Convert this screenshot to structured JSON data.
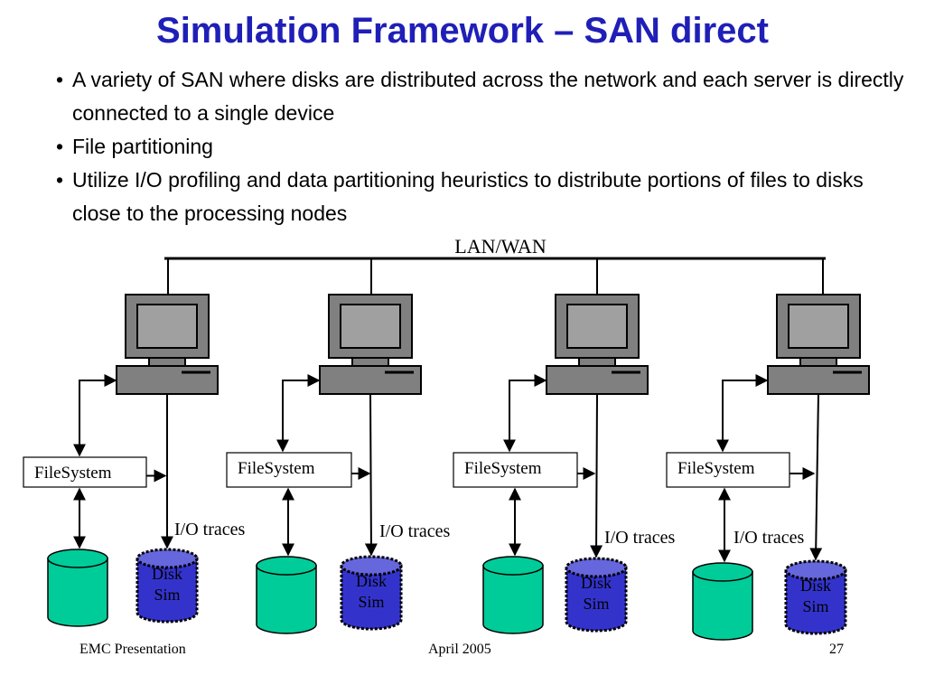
{
  "title": "Simulation Framework – SAN direct",
  "bullets": [
    "A variety of SAN where disks are distributed across the network and each server is directly connected to a single device",
    "File partitioning",
    "Utilize I/O profiling and data partitioning heuristics to distribute portions of files to disks close to the processing nodes"
  ],
  "diagram": {
    "network_label": "LAN/WAN",
    "nodes": [
      {
        "filesystem_label": "FileSystem",
        "trace_label": "I/O traces",
        "disk_sim_label": [
          "Disk",
          "Sim"
        ]
      },
      {
        "filesystem_label": "FileSystem",
        "trace_label": "I/O traces",
        "disk_sim_label": [
          "Disk",
          "Sim"
        ]
      },
      {
        "filesystem_label": "FileSystem",
        "trace_label": "I/O traces",
        "disk_sim_label": [
          "Disk",
          "Sim"
        ]
      },
      {
        "filesystem_label": "FileSystem",
        "trace_label": "I/O traces",
        "disk_sim_label": [
          "Disk",
          "Sim"
        ]
      }
    ],
    "colors": {
      "computer": "#808080",
      "screen": "#a0a0a0",
      "disk": "#00cc99",
      "disk_sim": "#3333cc",
      "disk_sim_top": "#6666dd"
    }
  },
  "footer": {
    "left": "EMC Presentation",
    "center": "April 2005",
    "page_number": "27"
  }
}
